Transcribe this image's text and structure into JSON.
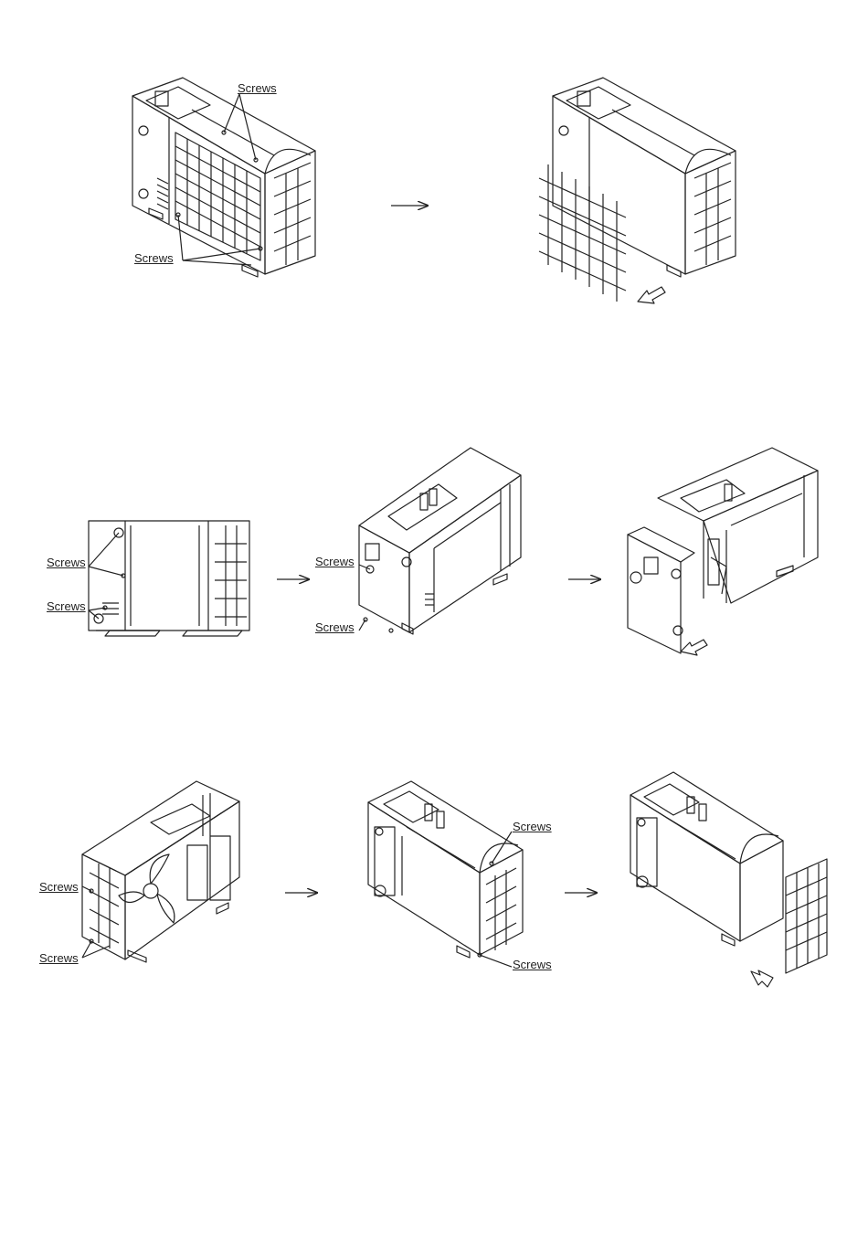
{
  "steps": [
    {
      "id": "row1",
      "labels": [
        "Screws",
        "Screws"
      ]
    },
    {
      "id": "row2",
      "labels": [
        "Screws",
        "Screws",
        "Screws",
        "Screws"
      ]
    },
    {
      "id": "row3",
      "labels": [
        "Screws",
        "Screws",
        "Screws",
        "Screws"
      ]
    }
  ],
  "icons": [
    "arrow-right-icon",
    "pull-out-arrow-icon",
    "screw-icon"
  ],
  "colors": {
    "line": "#222222",
    "background": "#ffffff"
  }
}
